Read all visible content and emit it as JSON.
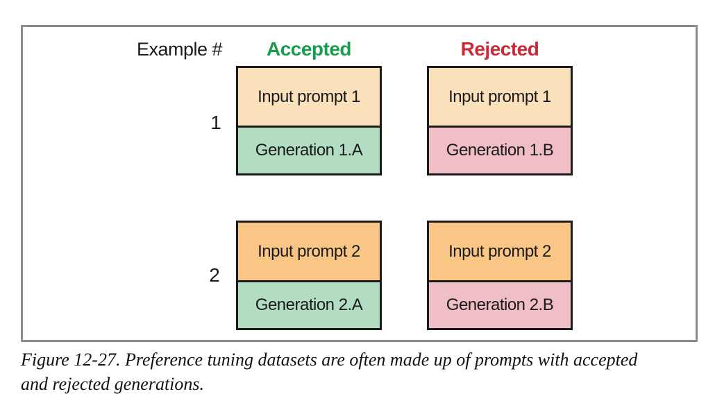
{
  "figure": {
    "headers": {
      "example": "Example #",
      "accepted": "Accepted",
      "rejected": "Rejected"
    },
    "rows": [
      {
        "example_number": "1",
        "accepted": {
          "prompt": "Input prompt 1",
          "generation": "Generation 1.A"
        },
        "rejected": {
          "prompt": "Input prompt 1",
          "generation": "Generation 1.B"
        }
      },
      {
        "example_number": "2",
        "accepted": {
          "prompt": "Input prompt 2",
          "generation": "Generation 2.A"
        },
        "rejected": {
          "prompt": "Input prompt 2",
          "generation": "Generation 2.B"
        }
      }
    ],
    "colors": {
      "prompt1_fill": "#FBE0BC",
      "prompt2_fill": "#FAC685",
      "accepted_generation_fill": "#B2DDC3",
      "rejected_generation_fill": "#F0BFC6",
      "accepted_header_text": "#199C4D",
      "rejected_header_text": "#C92A37",
      "box_border": "#1A1A1A",
      "frame_border": "#8C8C8C"
    }
  },
  "caption": {
    "text": "Figure 12-27. Preference tuning datasets are often made up of prompts with accepted and rejected generations."
  }
}
